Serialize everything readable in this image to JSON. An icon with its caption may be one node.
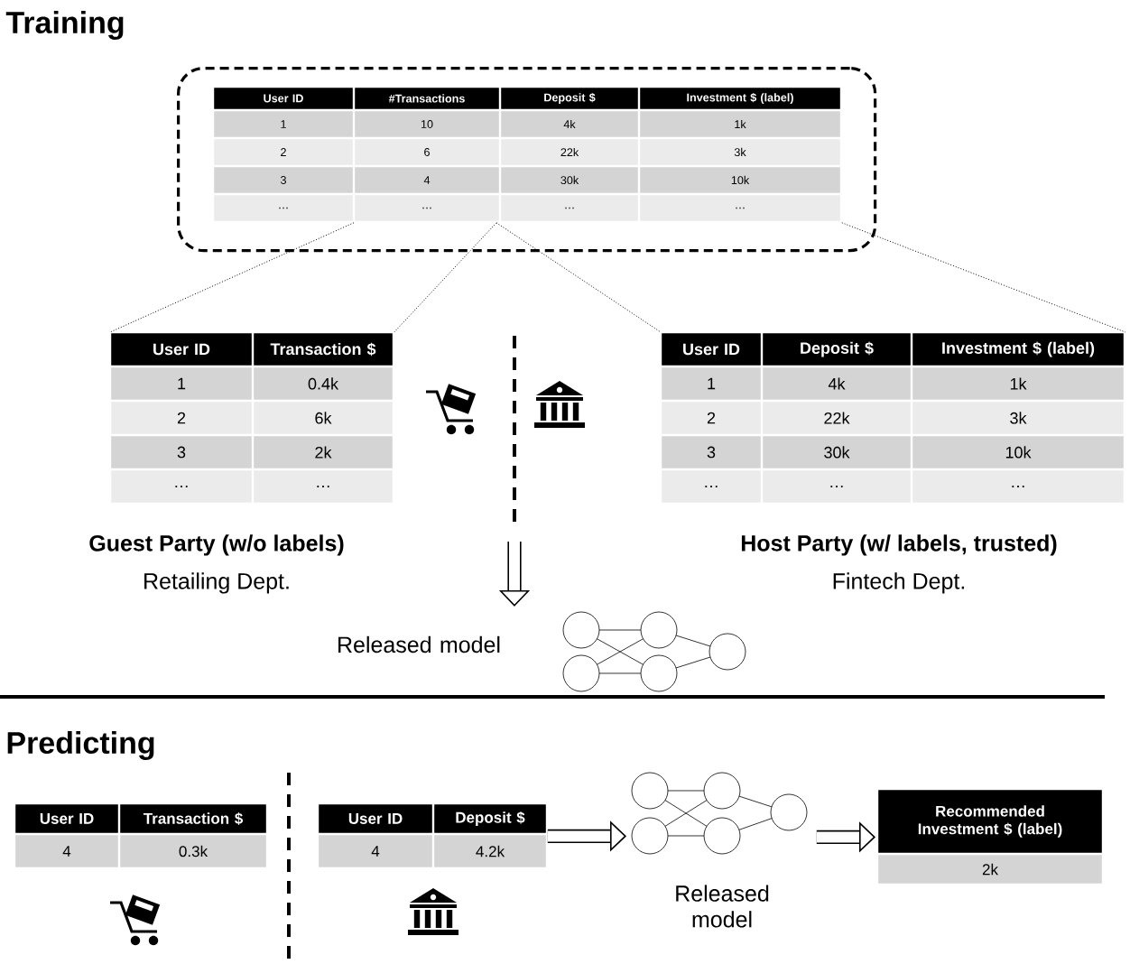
{
  "diagram": {
    "nodes": [
      {
        "text": [],
        "shape": "box"
      },
      {
        "text": [
          "User ID",
          "#Transactions",
          "Deposit $",
          "Investment $ (label)",
          "1",
          "10",
          "4k",
          "1k",
          "2",
          "6",
          "22k",
          "3k",
          "3",
          "4",
          "30k",
          "10k",
          "…",
          "…",
          "…",
          "…"
        ],
        "in": 0
      },
      {
        "text": [
          "User ID",
          "Transaction $",
          "1",
          "0.4k",
          "2",
          "6k",
          "3",
          "2k",
          "…",
          "…"
        ],
        "beside": [
          "Guest Party (w/o labels)",
          "Retailing Dept."
        ]
      },
      {
        "text": [
          "User ID",
          "Deposit $",
          "Investment $ (label)",
          "1",
          "4k",
          "1k",
          "2",
          "22k",
          "3k",
          "3",
          "30k",
          "10k",
          "…",
          "…",
          "…"
        ],
        "beside": [
          "Host Party (w/ labels, trusted)",
          "Fintech Dept."
        ]
      },
      {
        "text": [
          "Released model"
        ]
      },
      {
        "text": [
          "User ID",
          "Transaction $",
          "4",
          "0.3k"
        ]
      },
      {
        "text": [
          "User ID",
          "Deposit $",
          "4",
          "4.2k"
        ]
      },
      {
        "text": [
          "Released model"
        ]
      },
      {
        "text": [
          "Recommended Investment $ (label)",
          "2k"
        ]
      }
    ],
    "edges": [
      {
        "from": 1,
        "to": 2,
        "arrow": "none",
        "style": "dashed"
      },
      {
        "from": 1,
        "to": 2,
        "arrow": "none",
        "style": "dashed"
      },
      {
        "from": 1,
        "to": 3,
        "arrow": "none",
        "style": "dashed"
      },
      {
        "from": 1,
        "to": 3,
        "arrow": "none",
        "style": "dashed"
      },
      {
        "from": null,
        "to": 4,
        "arrow": "to",
        "style": "thick"
      },
      {
        "from": 6,
        "to": 7,
        "arrow": "to",
        "style": "thick"
      },
      {
        "from": 7,
        "to": 8,
        "arrow": "to",
        "style": "thick"
      }
    ],
    "labels": [
      "Training",
      "Predicting"
    ]
  }
}
